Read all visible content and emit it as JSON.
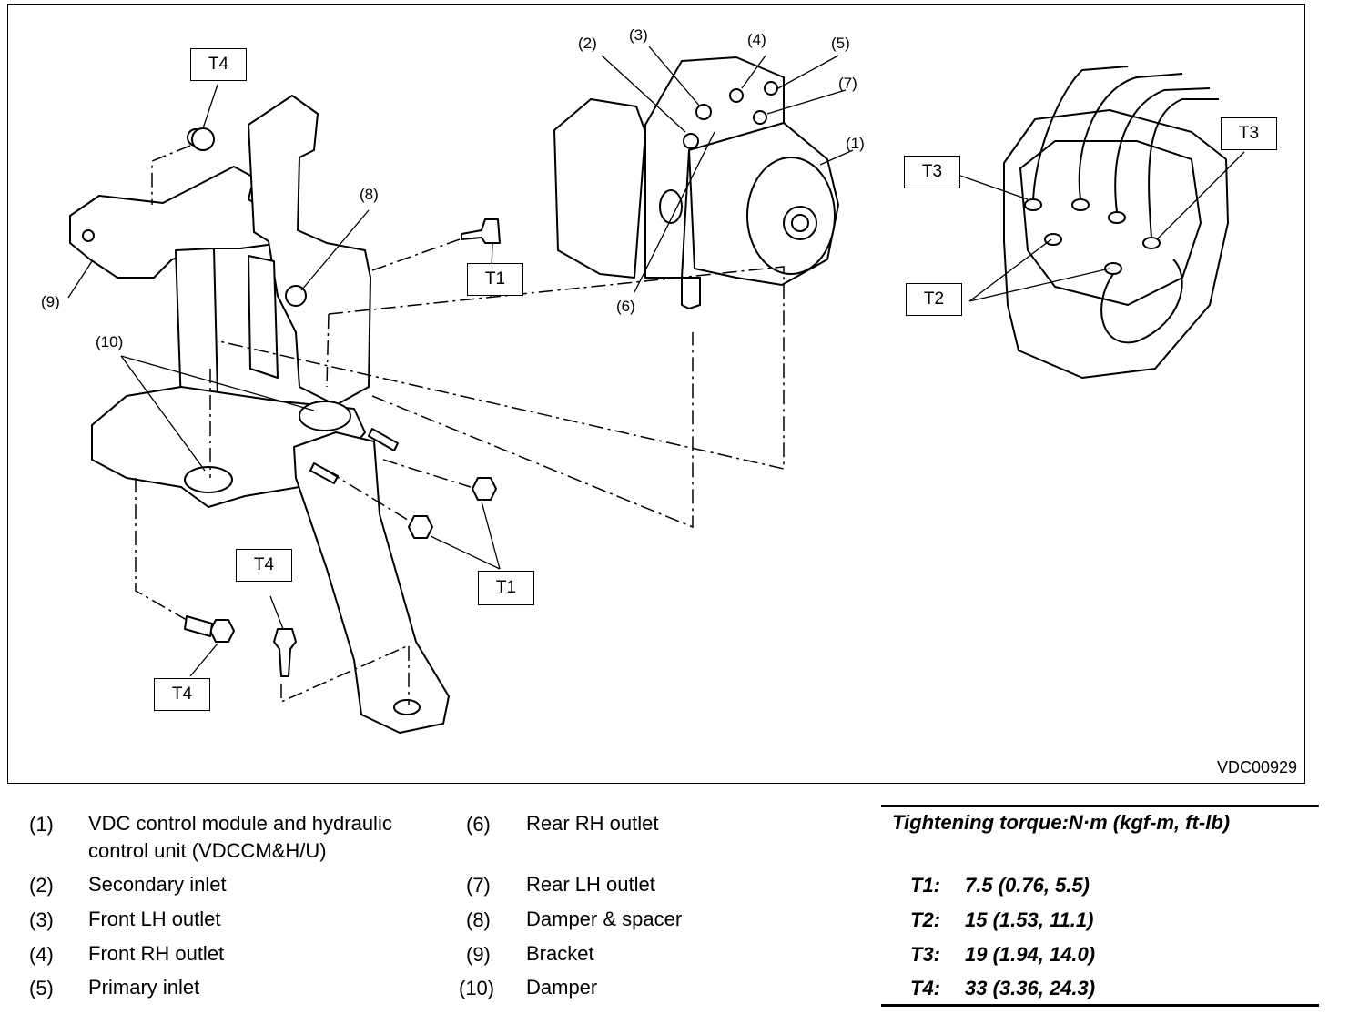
{
  "diagram": {
    "figure_code": "VDC00929",
    "callouts": [
      {
        "id": "c1",
        "text": "(1)"
      },
      {
        "id": "c2",
        "text": "(2)"
      },
      {
        "id": "c3",
        "text": "(3)"
      },
      {
        "id": "c4",
        "text": "(4)"
      },
      {
        "id": "c5",
        "text": "(5)"
      },
      {
        "id": "c6",
        "text": "(6)"
      },
      {
        "id": "c7",
        "text": "(7)"
      },
      {
        "id": "c8",
        "text": "(8)"
      },
      {
        "id": "c9",
        "text": "(9)"
      },
      {
        "id": "c10",
        "text": "(10)"
      }
    ],
    "torque_tags": [
      {
        "id": "t4-top",
        "text": "T4"
      },
      {
        "id": "t1-upper",
        "text": "T1"
      },
      {
        "id": "t1-lower",
        "text": "T1"
      },
      {
        "id": "t4-mid",
        "text": "T4"
      },
      {
        "id": "t4-bottom",
        "text": "T4"
      },
      {
        "id": "t3-left",
        "text": "T3"
      },
      {
        "id": "t3-right",
        "text": "T3"
      },
      {
        "id": "t2",
        "text": "T2"
      }
    ]
  },
  "legend": {
    "items": [
      {
        "num": "(1)",
        "text": "VDC control module and hydraulic control unit (VDCCM&H/U)"
      },
      {
        "num": "(2)",
        "text": "Secondary inlet"
      },
      {
        "num": "(3)",
        "text": "Front LH outlet"
      },
      {
        "num": "(4)",
        "text": "Front RH outlet"
      },
      {
        "num": "(5)",
        "text": "Primary inlet"
      },
      {
        "num": "(6)",
        "text": "Rear RH outlet"
      },
      {
        "num": "(7)",
        "text": "Rear LH outlet"
      },
      {
        "num": "(8)",
        "text": "Damper & spacer"
      },
      {
        "num": "(9)",
        "text": "Bracket"
      },
      {
        "num": "(10)",
        "text": "Damper"
      }
    ]
  },
  "torque_table": {
    "heading": "Tightening torque:N·m (kgf-m, ft-lb)",
    "rows": [
      {
        "key": "T1:",
        "value": "7.5 (0.76, 5.5)"
      },
      {
        "key": "T2:",
        "value": "15 (1.53, 11.1)"
      },
      {
        "key": "T3:",
        "value": "19 (1.94, 14.0)"
      },
      {
        "key": "T4:",
        "value": "33 (3.36, 24.3)"
      }
    ]
  }
}
